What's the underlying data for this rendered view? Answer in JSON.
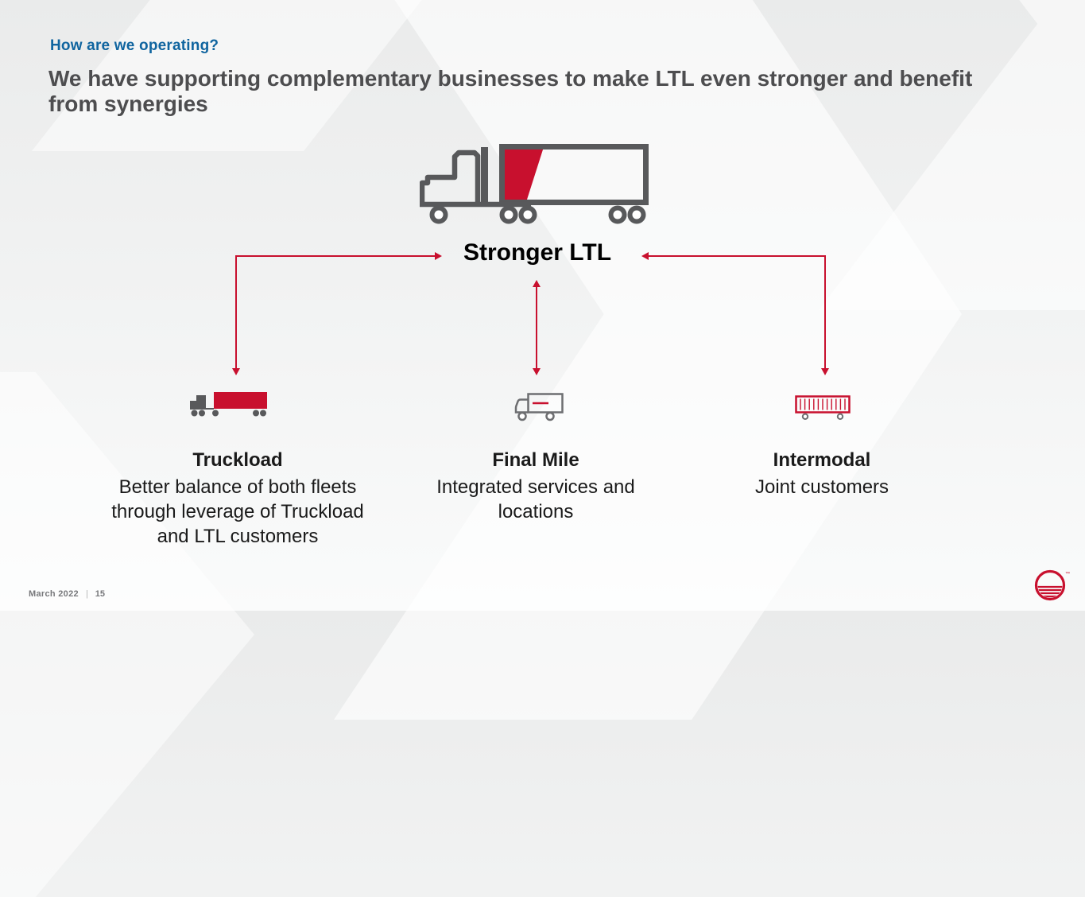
{
  "slide": {
    "kicker": "How are we operating?",
    "title": "We have supporting complementary businesses to make LTL even stronger and benefit from synergies",
    "diagram": {
      "center_label": "Stronger LTL",
      "center_icon": "semi-truck-icon"
    },
    "columns": [
      {
        "icon": "truckload-truck-icon",
        "title": "Truckload",
        "description": "Better balance of both fleets through leverage of Truckload and LTL customers"
      },
      {
        "icon": "final-mile-truck-icon",
        "title": "Final Mile",
        "description": "Integrated services and locations"
      },
      {
        "icon": "intermodal-container-icon",
        "title": "Intermodal",
        "description": "Joint customers"
      }
    ],
    "footer": {
      "date": "March 2022",
      "separator": "|",
      "page_number": "15"
    },
    "colors": {
      "accent_red": "#C8102E",
      "kicker_blue": "#0F649F",
      "title_gray": "#4D4D4F",
      "icon_gray": "#58595B",
      "text_black": "#1A1A1A"
    }
  }
}
